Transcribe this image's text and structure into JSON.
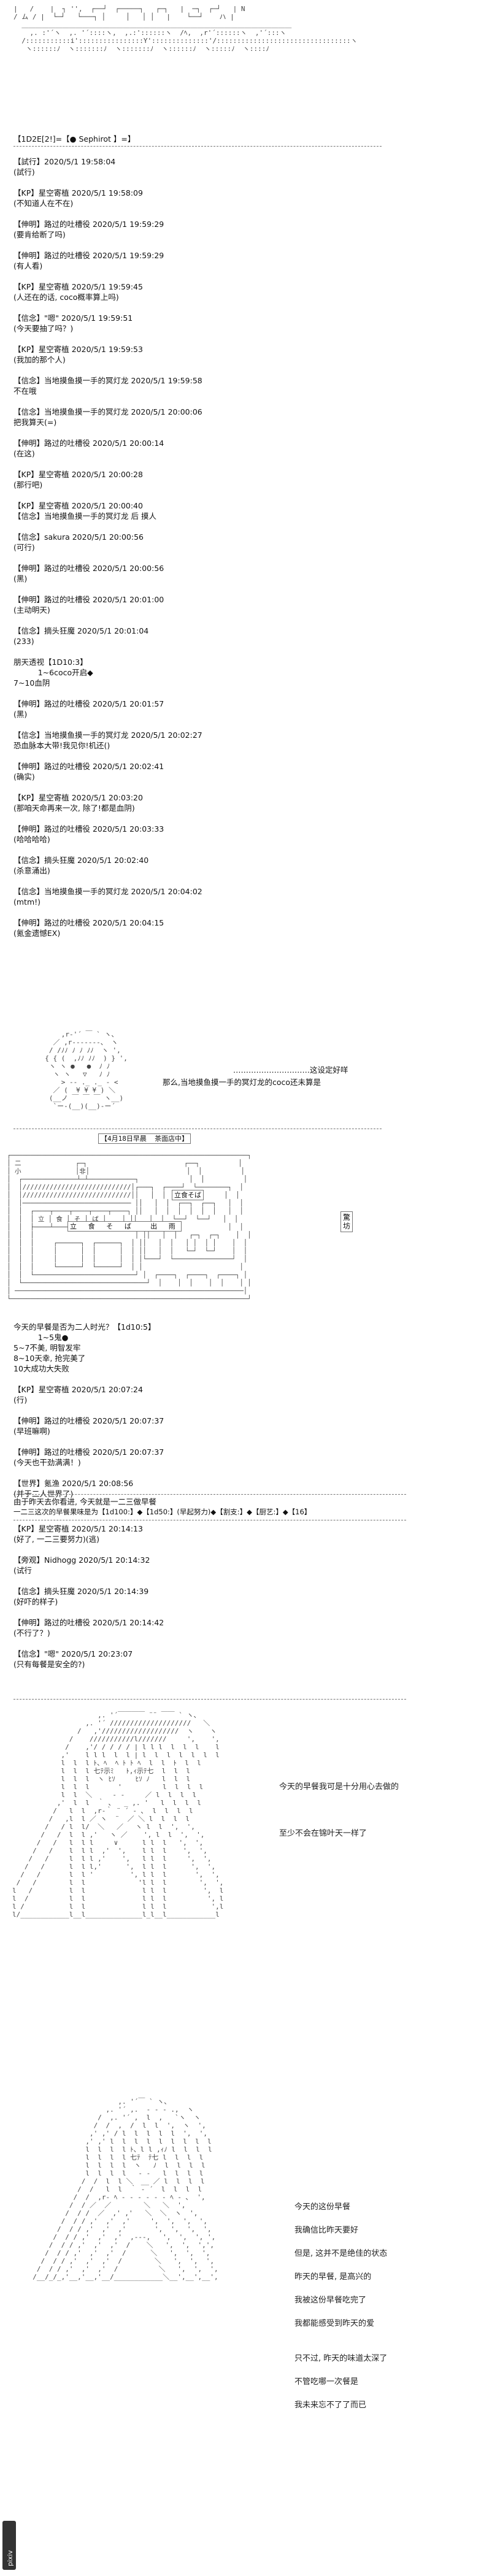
{
  "header": {
    "aa_lines": [
      "|   /    |  ┐ '',  ┌──┘  ┌─────┐   ┌─┐   |  ─┐  ┌─┘   | N",
      "/ ム / |  └─┘   └───┐ │     │   │ │   |    └──┘    ハ |",
      "  ＿＿＿＿＿＿＿＿＿＿＿＿＿＿＿＿＿＿＿＿＿＿＿＿＿＿＿＿＿＿＿＿＿＿＿＿＿＿＿＿",
      "    ,. :'´ヽ  ,. '´::::ヽ,  ,.:'::::::ヽ  /ﾍ,  ,r'´::::::ヽ  ,'´:::ヽ",
      "  /:::::::::::i'::::::::::::::::Y'::::::::::::::'/:::::::::::::::::::::::::::::::::ヽ",
      "   ヽ::::::ﾉ  ヽ:::::::ﾉ  ヽ:::::::ﾉ  ヽ::::::ﾉ  ヽ:::::ﾉ  ヽ::::ﾉ"
    ],
    "dice_line": "【1D2E[2!]=【● Sephirot 】=】"
  },
  "posts": [
    {
      "lines": [
        "【試行】2020/5/1 19:58:04",
        "(試行)"
      ]
    },
    {
      "lines": [
        "【KP】星空寄植 2020/5/1 19:58:09",
        "(不知道人在不在)"
      ]
    },
    {
      "lines": [
        "【伸明】路过的吐槽役 2020/5/1 19:59:29",
        "(要肯给断了吗)"
      ]
    },
    {
      "lines": [
        "【伸明】路过的吐槽役 2020/5/1 19:59:29",
        "(有人看)"
      ]
    },
    {
      "lines": [
        "【KP】星空寄植 2020/5/1 19:59:45",
        "(人还在的话, coco概率算上吗)"
      ]
    },
    {
      "lines": [
        "【信念】\"嗯\" 2020/5/1 19:59:51",
        "(今天要抽了吗？)"
      ]
    },
    {
      "lines": [
        "【KP】星空寄植 2020/5/1 19:59:53",
        "(我加的那个人)"
      ]
    },
    {
      "lines": [
        "【信念】当地摸鱼摸一手的冥灯龙 2020/5/1 19:59:58",
        "不在哦"
      ]
    },
    {
      "lines": [
        "【信念】当地摸鱼摸一手的冥灯龙 2020/5/1 20:00:06",
        "把我算天(=)"
      ]
    },
    {
      "lines": [
        "【伸明】路过的吐槽役 2020/5/1 20:00:14",
        "(在这)"
      ]
    },
    {
      "lines": [
        "【KP】星空寄植 2020/5/1 20:00:28",
        "(那行吧)"
      ]
    },
    {
      "lines": [
        "【KP】星空寄植 2020/5/1 20:00:40",
        "【信念】当地摸鱼摸一手的冥灯龙 后 摸人"
      ]
    },
    {
      "lines": [
        "【信念】sakura 2020/5/1 20:00:56",
        "(可行)"
      ]
    },
    {
      "lines": [
        "【伸明】路过的吐槽役 2020/5/1 20:00:56",
        "(黑)"
      ]
    },
    {
      "lines": [
        "【伸明】路过的吐槽役 2020/5/1 20:01:00",
        "(主动明天)"
      ]
    },
    {
      "lines": [
        "【信念】摘头狂魔 2020/5/1 20:01:04",
        "(233)"
      ]
    },
    {
      "lines": [
        "朋天透视【1D10:3】",
        "          1~6coco开启◆",
        "7~10血阴"
      ]
    },
    {
      "lines": [
        "【伸明】路过的吐槽役 2020/5/1 20:01:57",
        "(黑)"
      ]
    },
    {
      "lines": [
        "【信念】当地摸鱼摸一手的冥灯龙 2020/5/1 20:02:27",
        "恐血脉本大带!我见你!机还()"
      ]
    },
    {
      "lines": [
        "【伸明】路过的吐槽役 2020/5/1 20:02:41",
        "(确实)"
      ]
    },
    {
      "lines": [
        "【KP】星空寄植 2020/5/1 20:03:20",
        "(那咱天命再来一次, 除了!都是血阴)"
      ]
    },
    {
      "lines": [
        "【伸明】路过的吐槽役 2020/5/1 20:03:33",
        "(哈哈哈哈)"
      ]
    },
    {
      "lines": [
        "【信念】摘头狂魔 2020/5/1 20:02:40",
        "(杀意涌出)"
      ]
    },
    {
      "lines": [
        "【信念】当地摸鱼摸一手的冥灯龙 2020/5/1 20:04:02",
        "(mtm!)"
      ]
    },
    {
      "lines": [
        "【伸明】路过的吐槽役 2020/5/1 20:04:15",
        "(氪金遗憾EX)"
      ]
    }
  ],
  "scene1": {
    "aa_lines": [
      "      ,r‐'´ ￣ ` ヽ、",
      "    ／ ,r‐‐‐‐‐‐‐、 ヽ",
      "   / /ﾉﾉ ﾉ ﾉ ﾉﾉ  ヽ ',",
      "  { { (  ,ﾉﾉ ﾉﾉ  ) } ',",
      "   ヽ ヽ ●   ●  ﾉ ﾉ",
      "    ヽ ヽ   ▽   ﾉ ﾉ",
      "      > ‐- ._ ._ - <",
      "    ／ (  ¥ ¥ ¥ ) ＼",
      "   (__ノ ￣ ￣ ￣ ヽ__)",
      "    `ー‐(__)(__)‐ー´"
    ],
    "caption_lines": [
      "…………………………这设定好咩",
      "那么,当地摸鱼摸一手的冥灯龙的coco还未算是"
    ]
  },
  "scene2": {
    "title": "【4月18日早晨  茶面店中】",
    "aa_lines": [
      " ┌─────────────────────────────────────────────────────────────┐",
      " │ 二              ┌─┐                         ┌──┐          │",
      " │ 小              │非│                         │  │          │",
      " │  ┌──────────────┴─┴────────────┐             │  │          │",
      " │  │////////////////////////////│┌───┐  ┌────┘  └────────┐  │",
      " │  │////////////////////////////││   │  │               │  │",
      " │  │──────────────────────────── ││   │  │  ┌──┐  ┌──┐   │  │",
      " │  │  ┌────┬────┬────┬────┬────┐ ││   │  │  │  │  │  │   │  │",
      " │  │  │ 立 │ 食 │ そ │ ば │    │ ││   │  │  └──┘  └──┘   │  │",
      " │  │  ├────┴────┴────┴────┴────┤ ││   │  │               │  │",
      " │  │  │                          │ ││   │  │   ┌─┐  ┌─┐    │  │",
      " │  │  │     ┌──────┐  ┌──────┐  │ ││   │  │   │ │  │ │    │  │",
      " │  │  │     │      │  │      │  │ ││   │  │   └─┘  └─┘    │  │",
      " │  │  │     │      │  │      │  │ │└───┘  └───────────────┘  │",
      " │  │  │     └──────┘  └──────┘  │ │                         │",
      " │  │  └──────────────────────────┘ │  ┌────┐  ┌────┐  ┌────┐ │",
      " │  └────────────────────────────────┘  │    │  │    │  │    │ │",
      " │ ───────────────────────────────────────────────────────────│",
      " └─────────────────────────────────────────────────────────────┘"
    ],
    "shop_sign": "立 食 そ ば  出 雨",
    "stand_sign": "立食そば",
    "vertical_sign": "驚坊"
  },
  "posts2": [
    {
      "lines": [
        "今天的早餐是否为二人时光？【1d10:5】",
        "          1~5鬼●",
        "5~7不美, 明智发牢",
        "8~10天幸, 抢完美了",
        "10大成功大失败"
      ]
    },
    {
      "lines": [
        "【KP】星空寄植 2020/5/1 20:07:24",
        "(行)"
      ]
    },
    {
      "lines": [
        "【伸明】路过的吐槽役 2020/5/1 20:07:37",
        "(早班嘛啊)"
      ]
    },
    {
      "lines": [
        "【伸明】路过的吐槽役 2020/5/1 20:07:37",
        "(今天也干劲满满！)"
      ]
    },
    {
      "lines": [
        "【世界】氪渔 2020/5/1 20:08:56",
        "(并于二人世界了)"
      ]
    }
  ],
  "summary_lines": [
    "由于昨天去你看进, 今天就是一二三做早餐",
    "一二三这次的早餐果味是为【1d100:】◆【1d50:】(早起努力)◆【割支:】◆【厨艺:】◆【16】"
  ],
  "posts3": [
    {
      "lines": [
        "【KP】星空寄植 2020/5/1 20:14:13",
        "(好了, 一二三要努力)(逃)"
      ]
    },
    {
      "lines": [
        "【旁观】Nidhogg 2020/5/1 20:14:32",
        "(试行"
      ]
    },
    {
      "lines": [
        "【信念】摘头狂魔 2020/5/1 20:14:39",
        "(好吓的样子)"
      ]
    },
    {
      "lines": [
        "【伸明】路过的吐槽役 2020/5/1 20:14:42",
        "(不行了？)"
      ]
    },
    {
      "lines": [
        "【信念】\"嗯\" 2020/5/1 20:23:07",
        "(只有每餐是安全的?)"
      ]
    }
  ],
  "scene3": {
    "aa_lines": [
      "                     ,. '´￣￣￣￣ ¨¨ ￣￣ ` ヽ、",
      "                  ,. '´ ////////////////////   ＼",
      "                /   ,'///////////////////  ヽ    ヽ",
      "              /    ///////////l///////     ',    ',",
      "             /    ,'/ / / / / | l l l  l  l  l    l",
      "            ,'    l l l  l  l | l  l  l  l  l  l  l",
      "            l  l  l ﾄ、ﾍ  ﾍ ﾄ ﾄ ﾍ  l  l  ﾄ  l  l",
      "            l  l  l 七ﾃ示ﾐ   ﾄ,ｨ示ﾃ七  l  l  l",
      "            l  l  l  ヽ ﾋｿ     ﾋｿ ﾉ   l  l  l",
      "            l  l  l       '          l  l  l  l",
      "            l  l  ＼     ‐ ‐     ／ l  l  l  l",
      "           ,'  l  l  ｀ ､   _ ,. '   l  l  l  l",
      "          /   l  l  ,r‐｀ ¨ ´ ‐ ､  l  l  l  l",
      "         /   ,l  l ／ ヽ  ¨  ／ ＼ l  l  l  l",
      "        /   / l  l/  ＼   ／   ヽ l  l  ',  ',",
      "       /   /  l  l ,'   ヽ ／    ', l  l  ',  ',",
      "      /   /   l  l l     ∨      l l  l   ',  ',",
      "     /   /    l  l l  ,'  ',    l l  l    ',  ',",
      "    /   /     l  l l ,'    ',   l l  l     ',  ',",
      "   /   /      l  l l,'      ',  l l  l      ',  ',",
      "  /   /       l  l '         ', l l  l       ',  ',",
      " /   /        l  l             'l l  l        ',  ',",
      "l   /         l  l              l l  l         ',  l",
      "l  /          l  l              l l  l          ', l",
      "l /           l  l              l l  l           ',l",
      "l/____________l__l______________l_l__l____________l"
    ],
    "bubble_lines": [
      "今天的早餐我可是十分用心去做的",
      "",
      "",
      "",
      "至少不会在锦叶天一样了"
    ]
  },
  "scene4": {
    "aa_lines": [
      "                       ,. '´￣ ` ヽ、",
      "                    ,. '´ ,.  ‐ ‐ ‐ .,  ヽ",
      "                  /  ,. '´ ,  l  ,   `ヽ  ヽ",
      "                 /  /  ,  /  l  l  ',  ヽ  ',",
      "                ,' ,' / l  l  l  l  l  ',  ',",
      "               ,' ,' l  l  l  l  l  l  l  l  l",
      "               l  l  l  l ﾄ、l l ,ｨﾉ l  l  l  l",
      "               l  l  l  l 七ﾃ  ﾃ七 l  l  l  l",
      "               l  l  l  l  ヽ   ﾉ  l  l  l  l",
      "               l  l  l  l   ‐ ‐   l  l  l  l",
      "              /  /  l  l ＼  __ ／ l  l  l  l",
      "             /  /   l  l  ｀ ‐ ´  l  l  l  l",
      "            /  /  ,r‐ ﾍ ‐ ‐ ‐ ‐ ‐ ‐ ﾍ ‐ ､  ',",
      "           /  / ／  ／        ＼   ＼  ',",
      "          /  / /  ／  ,' ,'   ＼  ＼  ヽ  ',",
      "         /  / / ,'  ,'  ,'     ',  ',  ',  ',",
      "        /  / / ,'  ,'  ,'       ',  ',  ',  ',",
      "       /  / / ,'  ,'  ,'  ,---,   ',  ',  ', ',",
      "      /  / / ,'  ,'  ,'  /    ＼   ',  ',  ',',",
      "     /  / / ,'  ,'  ,'  /      ＼   ',  ',  ',",
      "    /  / / ,'  ,'  ,'  /        ＼   ',  ',  ',",
      "   /  / / ,'  ,'  ,'  /          ＼   ',  ',  ',",
      "  /__/_/_,'__,'__,'__/____________＼__',__',__',"
    ],
    "bubble_lines": [
      "今天的这份早餐",
      "",
      "我确信比昨天要好",
      "",
      "但是, 这并不是绝佳的状态",
      "",
      "昨天的早餐, 是高兴的",
      "",
      "我被这份早餐吃完了",
      "",
      "我都能感受到昨天的爱",
      "",
      "",
      "只不过, 昨天的味道太深了",
      "",
      "不管吃哪一次餐是",
      "",
      "我未来忘不了了而已"
    ],
    "side_stamp": "pixiv"
  }
}
